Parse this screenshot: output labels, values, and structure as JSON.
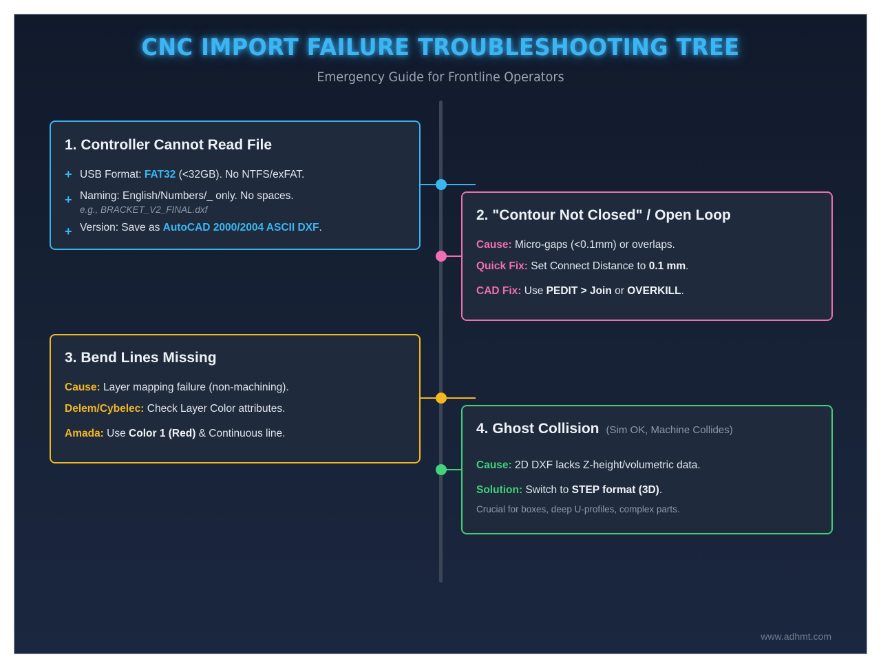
{
  "header": {
    "title": "CNC IMPORT FAILURE TROUBLESHOOTING TREE",
    "subtitle": "Emergency Guide for Frontline Operators"
  },
  "colors": {
    "background": "#131c2e",
    "card_bg": "#1f2a3c",
    "title": "#3cb6f2",
    "timeline": "#3a4556",
    "card1_accent": "#3ab3ec",
    "card2_accent": "#ef6fb2",
    "card3_accent": "#f2b824",
    "card4_accent": "#3fd07a"
  },
  "cards": [
    {
      "number": "1",
      "title": "1. Controller Cannot Read File",
      "side": "left",
      "items": [
        {
          "bullet": "+",
          "prefix": "USB Format: ",
          "highlight": "FAT32",
          "suffix": " (<32GB). No NTFS/exFAT."
        },
        {
          "bullet": "+",
          "text": "Naming: English/Numbers/_ only. No spaces.",
          "example": "e.g., BRACKET_V2_FINAL.dxf"
        },
        {
          "bullet": "+",
          "prefix": "Version: Save as ",
          "highlight": "AutoCAD 2000/2004 ASCII DXF",
          "suffix": "."
        }
      ]
    },
    {
      "number": "2",
      "title": "2. \"Contour Not Closed\" / Open Loop",
      "side": "right",
      "rows": [
        {
          "label": "Cause:",
          "text": " Micro-gaps (<0.1mm) or overlaps."
        },
        {
          "label": "Quick Fix:",
          "text": " Set Connect Distance to ",
          "bold": "0.1 mm",
          "end": "."
        },
        {
          "label": "CAD Fix:",
          "text": " Use ",
          "bold": "PEDIT > Join",
          "mid": " or ",
          "bold2": "OVERKILL",
          "end": "."
        }
      ]
    },
    {
      "number": "3",
      "title": "3. Bend Lines Missing",
      "side": "left",
      "rows": [
        {
          "label": "Cause:",
          "text": " Layer mapping failure (non-machining)."
        },
        {
          "label": "Delem/Cybelec:",
          "text": " Check Layer Color attributes."
        },
        {
          "label": "Amada:",
          "text": " Use ",
          "bold": "Color 1 (Red)",
          "end": " & Continuous line."
        }
      ]
    },
    {
      "number": "4",
      "title": "4. Ghost Collision",
      "subtitle": "(Sim OK, Machine Collides)",
      "side": "right",
      "rows": [
        {
          "label": "Cause:",
          "text": " 2D DXF lacks Z-height/volumetric data."
        },
        {
          "label": "Solution:",
          "text": " Switch to ",
          "bold": "STEP format (3D)",
          "end": "."
        }
      ],
      "note": "Crucial for boxes, deep U-profiles, complex parts."
    }
  ],
  "footer": {
    "site": "www.adhmt.com"
  }
}
